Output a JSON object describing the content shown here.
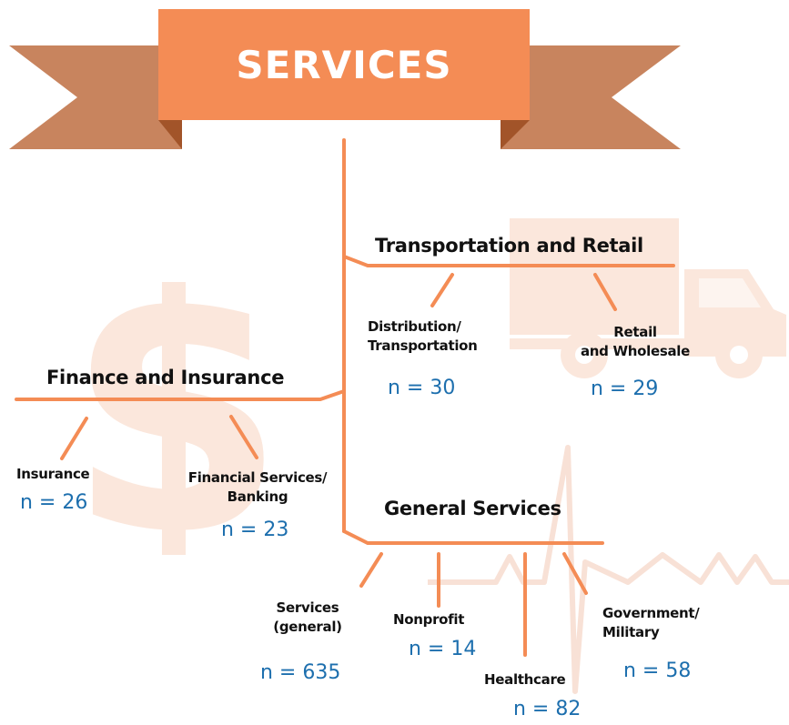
{
  "banner": {
    "title": "SERVICES"
  },
  "colors": {
    "accent": "#f48c55",
    "ribbon_tail": "#c8845e",
    "ribbon_fold": "#a25429",
    "watermark": "#fbe7dc",
    "count_text": "#1d6fae"
  },
  "categories": [
    {
      "label": "Transportation and Retail",
      "subcategories": [
        {
          "label": "Distribution/\nTransportation",
          "count": "n = 30"
        },
        {
          "label": "Retail\nand Wholesale",
          "count": "n = 29"
        }
      ]
    },
    {
      "label": "Finance and Insurance",
      "subcategories": [
        {
          "label": "Insurance",
          "count": "n = 26"
        },
        {
          "label": "Financial Services/\nBanking",
          "count": "n = 23"
        }
      ]
    },
    {
      "label": "General Services",
      "subcategories": [
        {
          "label": "Services\n(general)",
          "count": "n = 635"
        },
        {
          "label": "Nonprofit",
          "count": "n = 14"
        },
        {
          "label": "Healthcare",
          "count": "n = 82"
        },
        {
          "label": "Government/\nMilitary",
          "count": "n = 58"
        }
      ]
    }
  ],
  "watermark_icons": [
    "dollar-sign-icon",
    "truck-icon",
    "heartbeat-icon"
  ]
}
